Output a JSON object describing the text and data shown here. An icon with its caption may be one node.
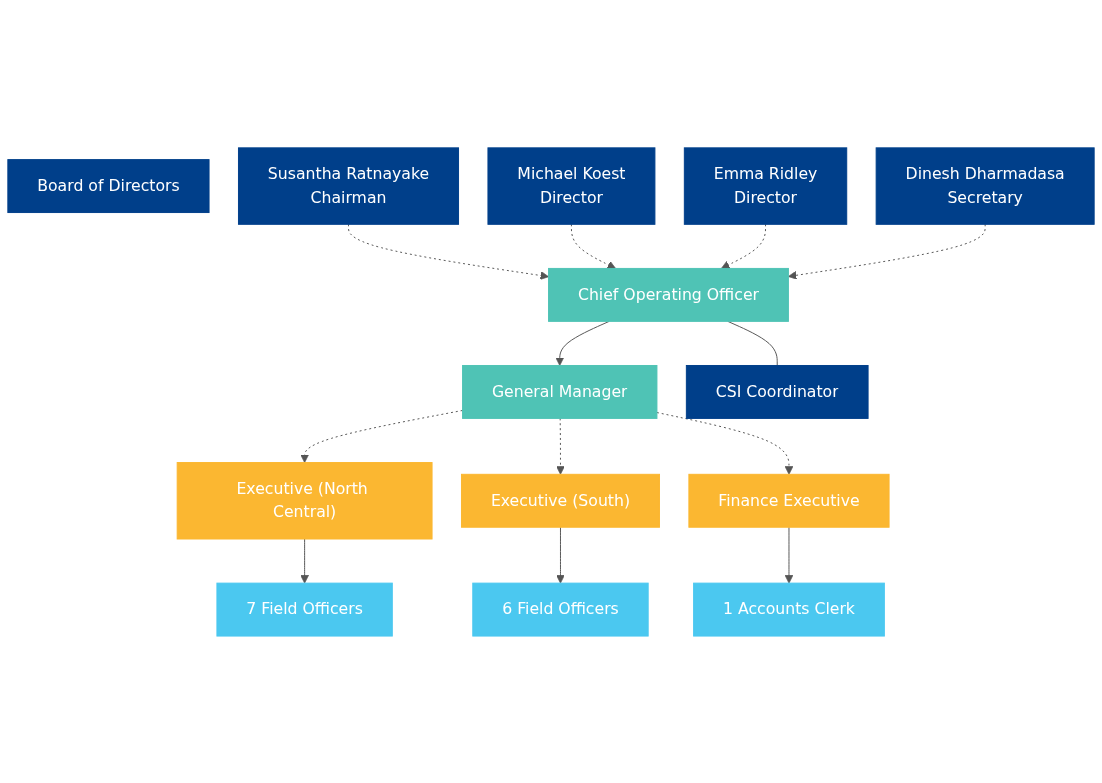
{
  "diagram": {
    "nodes": [
      {
        "text": [
          "Board of Directors"
        ]
      },
      {
        "text": [
          "Susantha Ratnayake",
          "Chairman"
        ]
      },
      {
        "text": [
          "Michael Koest",
          "Director"
        ]
      },
      {
        "text": [
          "Emma Ridley",
          "Director"
        ]
      },
      {
        "text": [
          "Dinesh Dharmadasa",
          "Secretary"
        ]
      },
      {
        "text": [
          "Chief Operating Officer"
        ]
      },
      {
        "text": [
          "CSI Coordinator"
        ]
      },
      {
        "text": [
          "General Manager"
        ]
      },
      {
        "text": [
          "Executive (North Central)"
        ]
      },
      {
        "text": [
          "Executive (South)"
        ]
      },
      {
        "text": [
          "Finance Executive"
        ]
      },
      {
        "text": [
          "7 Field Officers"
        ]
      },
      {
        "text": [
          "6 Field Officers"
        ]
      },
      {
        "text": [
          "1 Accounts Clerk"
        ]
      }
    ],
    "edges": [
      {
        "from": 1,
        "to": 5,
        "arrow": "to",
        "style": "dashed"
      },
      {
        "from": 2,
        "to": 5,
        "arrow": "to",
        "style": "dashed"
      },
      {
        "from": 3,
        "to": 5,
        "arrow": "to",
        "style": "dashed"
      },
      {
        "from": 4,
        "to": 5,
        "arrow": "to",
        "style": "dashed"
      },
      {
        "from": 5,
        "to": 6,
        "arrow": "none"
      },
      {
        "from": 5,
        "to": 7,
        "arrow": "to"
      },
      {
        "from": 7,
        "to": 8,
        "arrow": "to",
        "style": "dashed"
      },
      {
        "from": 7,
        "to": 9,
        "arrow": "to",
        "style": "dashed"
      },
      {
        "from": 7,
        "to": 10,
        "arrow": "to",
        "style": "dashed"
      },
      {
        "from": 8,
        "to": 11,
        "arrow": "to"
      },
      {
        "from": 9,
        "to": 12,
        "arrow": "to"
      },
      {
        "from": 10,
        "to": 13,
        "arrow": "to"
      }
    ]
  }
}
